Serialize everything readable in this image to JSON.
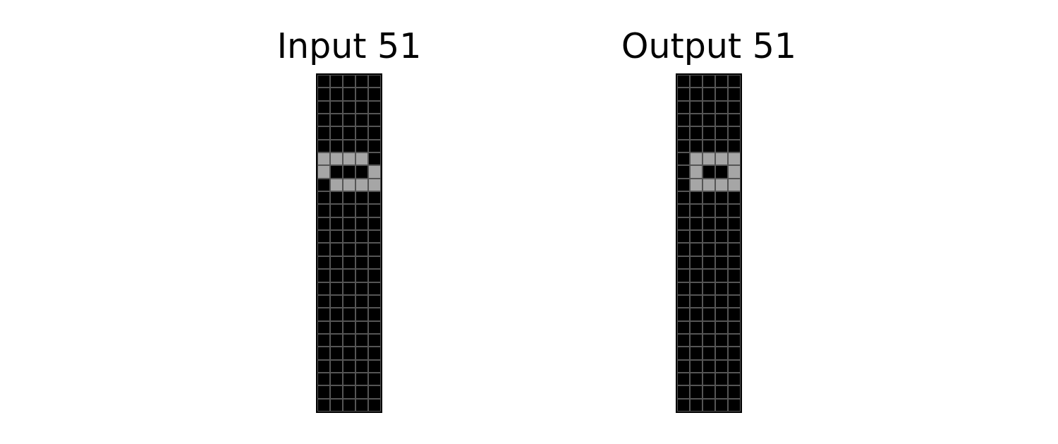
{
  "panels": [
    {
      "title": "Input 51",
      "rows": 26,
      "cols": 5,
      "filled_cells": [
        [
          6,
          0
        ],
        [
          6,
          1
        ],
        [
          6,
          2
        ],
        [
          6,
          3
        ],
        [
          7,
          0
        ],
        [
          7,
          4
        ],
        [
          8,
          1
        ],
        [
          8,
          2
        ],
        [
          8,
          3
        ],
        [
          8,
          4
        ]
      ]
    },
    {
      "title": "Output 51",
      "rows": 26,
      "cols": 5,
      "filled_cells": [
        [
          6,
          1
        ],
        [
          6,
          2
        ],
        [
          6,
          3
        ],
        [
          6,
          4
        ],
        [
          7,
          1
        ],
        [
          7,
          4
        ],
        [
          8,
          1
        ],
        [
          8,
          2
        ],
        [
          8,
          3
        ],
        [
          8,
          4
        ]
      ]
    }
  ],
  "colors": {
    "background": "#000000",
    "filled": "#a6a6a6",
    "gridline": "#555555"
  }
}
